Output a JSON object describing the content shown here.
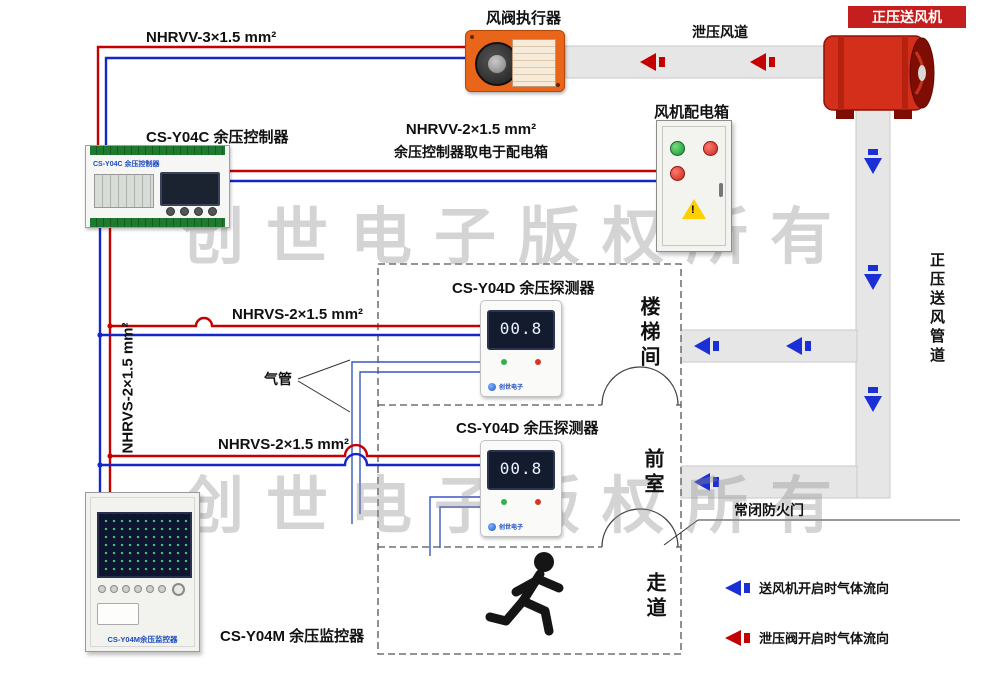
{
  "watermark": "创世电子版权所有",
  "components": {
    "damper_actuator": "风阀执行器",
    "relief_duct": "泄压风道",
    "supply_fan": "正压送风机",
    "fan_power_box": "风机配电箱",
    "controller": "CS-Y04C 余压控制器",
    "detector1": "CS-Y04D 余压探测器",
    "detector2": "CS-Y04D 余压探测器",
    "monitor": "CS-Y04M 余压监控器",
    "air_tube": "气管",
    "fire_door": "常闭防火门",
    "supply_duct": "正压送风管道"
  },
  "cables": {
    "nhrvv3": "NHRVV-3×1.5 mm²",
    "nhrvv2": "NHRVV-2×1.5 mm²",
    "nhrvv2_note": "余压控制器取电于配电箱",
    "nhrvs_branch1": "NHRVS-2×1.5 mm²",
    "nhrvs_branch2": "NHRVS-2×1.5 mm²",
    "nhrvs_riser": "NHRVS-2×1.5 mm²"
  },
  "zones": [
    {
      "name": "楼梯间"
    },
    {
      "name": "前室"
    },
    {
      "name": "走道"
    }
  ],
  "devices": {
    "controller": {
      "plate": "CS-Y04C 余压控制器"
    },
    "detector1": {
      "display": "00.8",
      "logo": "创世电子"
    },
    "detector2": {
      "display": "00.8",
      "logo": "创世电子"
    },
    "monitor": {
      "plate": "CS-Y04M余压监控器"
    }
  },
  "legend": {
    "supply_flow": "送风机开启时气体流向",
    "relief_flow": "泄压阀开启时气体流向"
  },
  "colors": {
    "wire_red": "#c40000",
    "wire_blue": "#1526c8",
    "flow_blue": "#1b2fd6",
    "flow_red": "#c40000",
    "duct_gray": "#e6e6e6",
    "fan_red": "#d32f1b",
    "actuator_orange": "#e8651a",
    "watermark_gray": "#8f8f8f"
  }
}
